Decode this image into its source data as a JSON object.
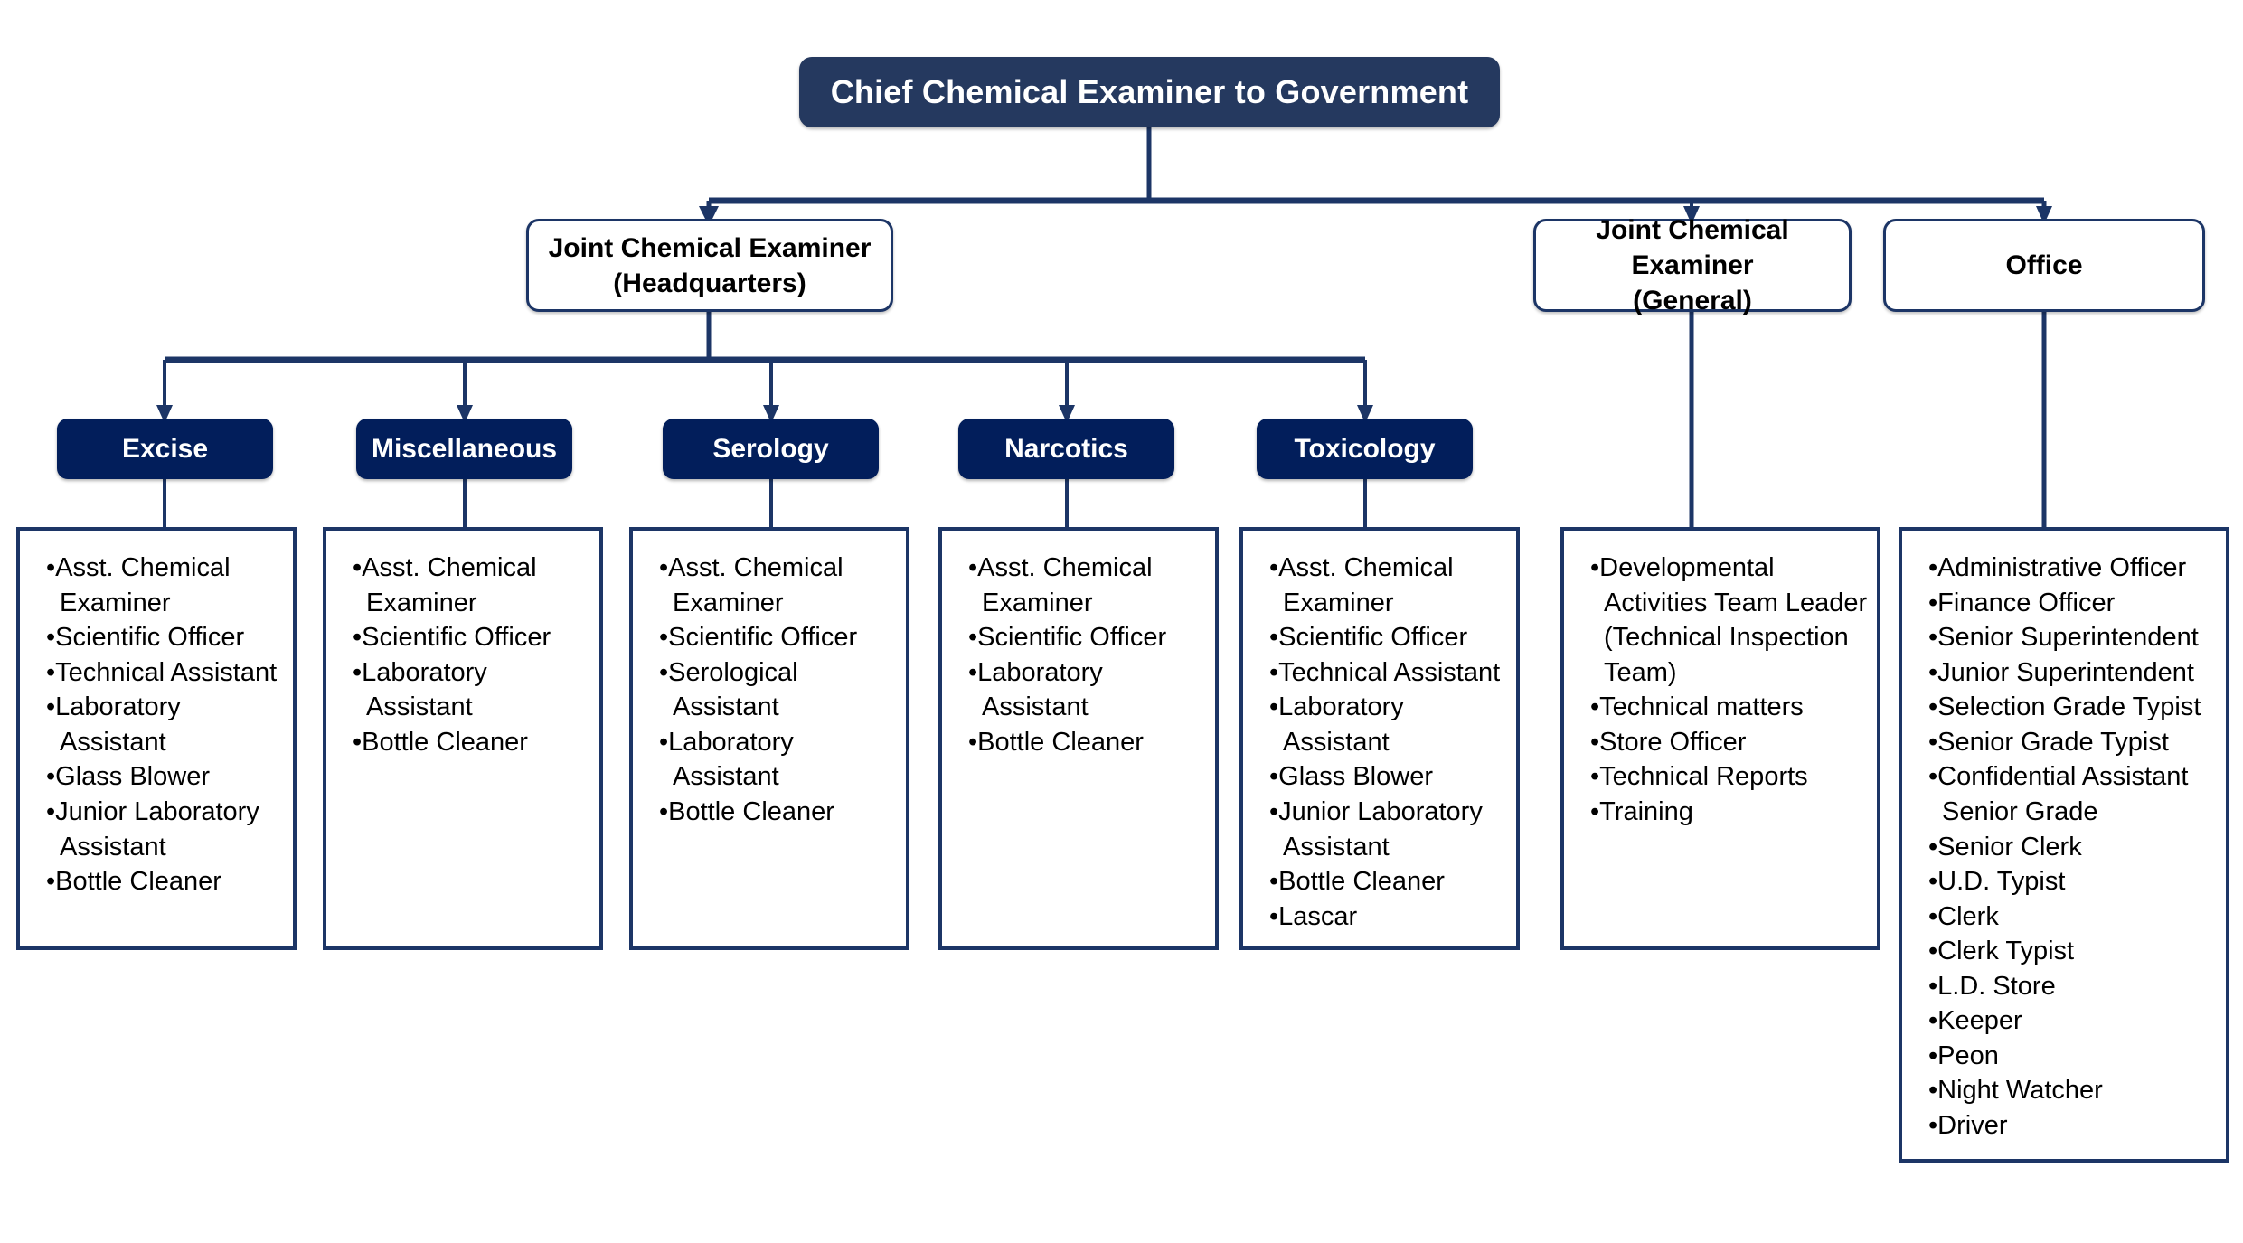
{
  "chart": {
    "type": "organisational-hierarchy",
    "title": "Chief Chemical Examiner to Government — Organisational Chart",
    "colors": {
      "root_fill": "#25395F",
      "department_fill": "#021E5B",
      "branch_border": "#1C3566",
      "connector": "#1C3566",
      "box_border": "#1C3566",
      "text_on_dark": "#FFFFFF",
      "text_on_light": "#000000",
      "background": "#FFFFFF"
    },
    "root": {
      "label": "Chief Chemical Examiner to Government"
    },
    "branches": [
      {
        "id": "headquarters",
        "line1": "Joint Chemical Examiner",
        "line2": "(Headquarters)"
      },
      {
        "id": "general",
        "line1": "Joint Chemical Examiner",
        "line2": "(General)"
      },
      {
        "id": "office",
        "line1": "Office",
        "line2": ""
      }
    ],
    "departments": [
      {
        "id": "excise",
        "label": "Excise",
        "staff": [
          "Asst. Chemical Examiner",
          "Scientific Officer",
          "Technical Assistant",
          "Laboratory Assistant",
          "Glass Blower",
          "Junior Laboratory Assistant",
          "Bottle Cleaner"
        ]
      },
      {
        "id": "miscellaneous",
        "label": "Miscellaneous",
        "staff": [
          "Asst. Chemical Examiner",
          "Scientific Officer",
          "Laboratory Assistant",
          "Bottle Cleaner"
        ]
      },
      {
        "id": "serology",
        "label": "Serology",
        "staff": [
          "Asst. Chemical Examiner",
          "Scientific Officer",
          "Serological Assistant",
          "Laboratory Assistant",
          "Bottle Cleaner"
        ]
      },
      {
        "id": "narcotics",
        "label": "Narcotics",
        "staff": [
          "Asst. Chemical Examiner",
          "Scientific Officer",
          "Laboratory Assistant",
          "Bottle Cleaner"
        ]
      },
      {
        "id": "toxicology",
        "label": "Toxicology",
        "staff": [
          "Asst. Chemical Examiner",
          "Scientific Officer",
          "Technical Assistant",
          "Laboratory Assistant",
          "Glass Blower",
          "Junior Laboratory Assistant",
          "Bottle Cleaner",
          "Lascar"
        ]
      }
    ],
    "general_staff": [
      "Developmental Activities Team Leader (Technical Inspection Team)",
      "Technical matters",
      "Store Officer",
      "Technical Reports",
      "Training"
    ],
    "office_staff": [
      "Administrative Officer",
      "Finance Officer",
      "Senior Superintendent",
      "Junior Superintendent",
      "Selection Grade Typist",
      "Senior Grade Typist",
      "Confidential Assistant Senior Grade",
      "Senior Clerk",
      "U.D. Typist",
      "Clerk",
      "Clerk Typist",
      "L.D. Store",
      "Keeper",
      "Peon",
      "Night Watcher",
      "Driver"
    ],
    "bullet_glyph": "•"
  }
}
